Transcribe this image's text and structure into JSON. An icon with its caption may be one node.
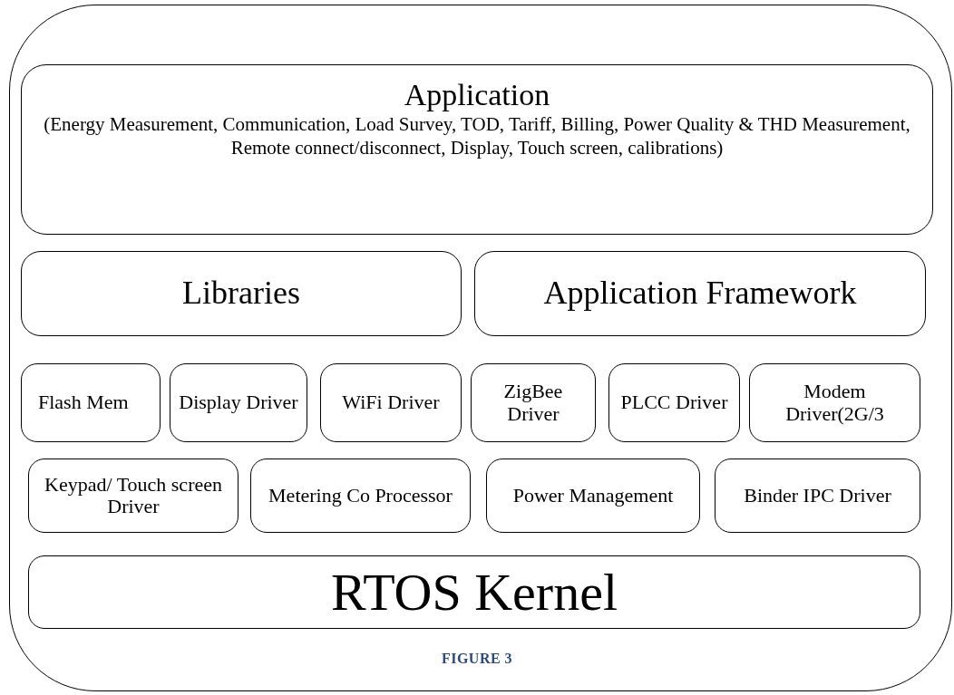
{
  "diagram": {
    "caption": "FIGURE 3",
    "nodes": [
      {
        "text": [],
        "shape": "box"
      },
      {
        "text": [
          "Application",
          "(Energy Measurement, Communication, Load Survey, TOD, Tariff, Billing, Power Quality & THD Measurement, Remote connect/disconnect, Display, Touch screen, calibrations)"
        ],
        "in": 0
      },
      {
        "text": [
          "Libraries"
        ],
        "in": 0
      },
      {
        "text": [
          "Application Framework"
        ],
        "in": 0
      },
      {
        "text": [
          "Flash Mem"
        ],
        "in": 0
      },
      {
        "text": [
          "Display Driver"
        ],
        "in": 0
      },
      {
        "text": [
          "WiFi Driver"
        ],
        "in": 0
      },
      {
        "text": [
          "ZigBee Driver"
        ],
        "in": 0
      },
      {
        "text": [
          "PLCC Driver"
        ],
        "in": 0
      },
      {
        "text": [
          "Modem Driver(2G/3"
        ],
        "in": 0
      },
      {
        "text": [
          "Keypad/ Touch screen Driver"
        ],
        "in": 0
      },
      {
        "text": [
          "Metering Co Processor"
        ],
        "in": 0
      },
      {
        "text": [
          "Power Management"
        ],
        "in": 0
      },
      {
        "text": [
          "Binder IPC Driver"
        ],
        "in": 0
      },
      {
        "text": [
          "RTOS Kernel"
        ],
        "in": 0
      }
    ],
    "edges": []
  }
}
